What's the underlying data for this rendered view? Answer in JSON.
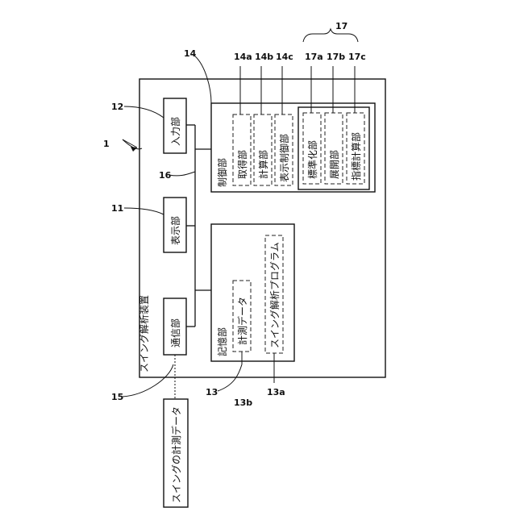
{
  "labels": {
    "device": "スイング解析装置",
    "input": "入力部",
    "display": "表示部",
    "comm": "通信部",
    "control": "制御部",
    "storage": "記憶部",
    "acquire": "取得部",
    "compute": "計算部",
    "display_ctrl": "表示制御部",
    "normalize": "標準化部",
    "expand": "展開部",
    "index_calc": "指標計算部",
    "measure_data": "計測データ",
    "program": "スイング解析プログラム",
    "swing_data": "スイングの計測データ"
  },
  "refs": {
    "device": "1",
    "display": "11",
    "input": "12",
    "storage": "13",
    "control": "14",
    "comm": "15",
    "bus": "16",
    "group": "17",
    "acquire": "14a",
    "compute": "14b",
    "display_ctrl": "14c",
    "normalize": "17a",
    "expand": "17b",
    "index_calc": "17c",
    "measure_data": "13b",
    "program": "13a"
  }
}
